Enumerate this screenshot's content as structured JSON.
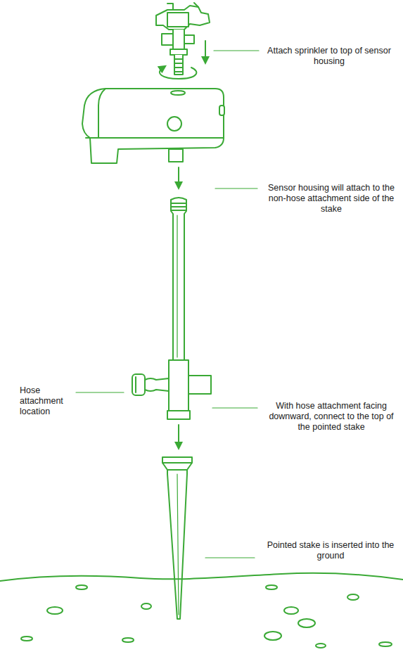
{
  "diagram": {
    "labels": [
      "Attach sprinkler to top of sensor housing",
      "Sensor housing will attach to the non-hose attachment side of the stake",
      "Hose attachment location",
      "With hose attachment facing downward, connect to the top of the pointed stake",
      "Pointed stake is inserted into the ground"
    ]
  }
}
